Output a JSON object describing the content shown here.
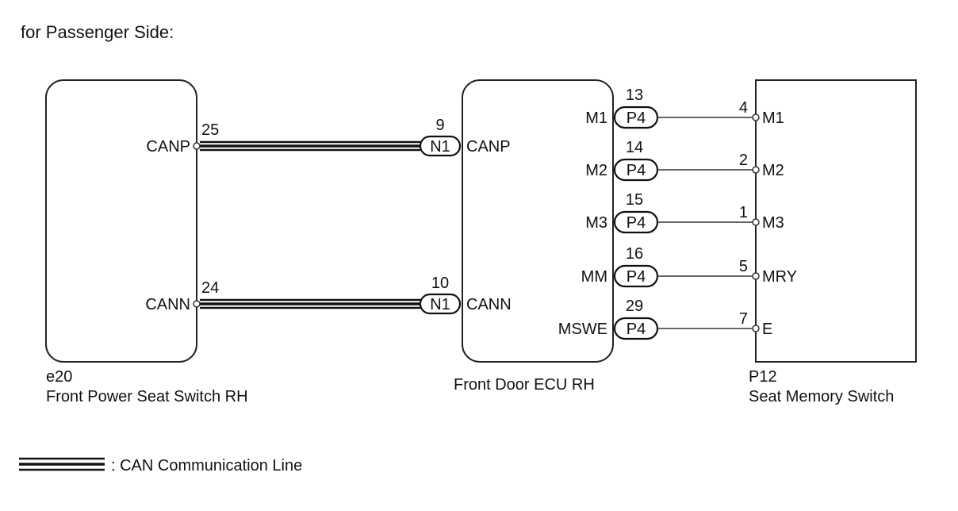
{
  "title": "for Passenger Side:",
  "components": {
    "left": {
      "code": "e20",
      "name": "Front Power Seat Switch RH"
    },
    "center": {
      "name": "Front Door ECU RH"
    },
    "right": {
      "code": "P12",
      "name": "Seat Memory Switch"
    }
  },
  "can_lines": [
    {
      "left_pin_no": "25",
      "left_pin": "CANP",
      "connector": "N1",
      "ecu_pin_no": "9",
      "ecu_pin": "CANP"
    },
    {
      "left_pin_no": "24",
      "left_pin": "CANN",
      "connector": "N1",
      "ecu_pin_no": "10",
      "ecu_pin": "CANN"
    }
  ],
  "memory_lines": [
    {
      "ecu_pin": "M1",
      "connector": "P4",
      "ecu_pin_no": "13",
      "switch_pin_no": "4",
      "switch_pin": "M1"
    },
    {
      "ecu_pin": "M2",
      "connector": "P4",
      "ecu_pin_no": "14",
      "switch_pin_no": "2",
      "switch_pin": "M2"
    },
    {
      "ecu_pin": "M3",
      "connector": "P4",
      "ecu_pin_no": "15",
      "switch_pin_no": "1",
      "switch_pin": "M3"
    },
    {
      "ecu_pin": "MM",
      "connector": "P4",
      "ecu_pin_no": "16",
      "switch_pin_no": "5",
      "switch_pin": "MRY"
    },
    {
      "ecu_pin": "MSWE",
      "connector": "P4",
      "ecu_pin_no": "29",
      "switch_pin_no": "7",
      "switch_pin": "E"
    }
  ],
  "legend": {
    "label": ": CAN Communication Line"
  }
}
